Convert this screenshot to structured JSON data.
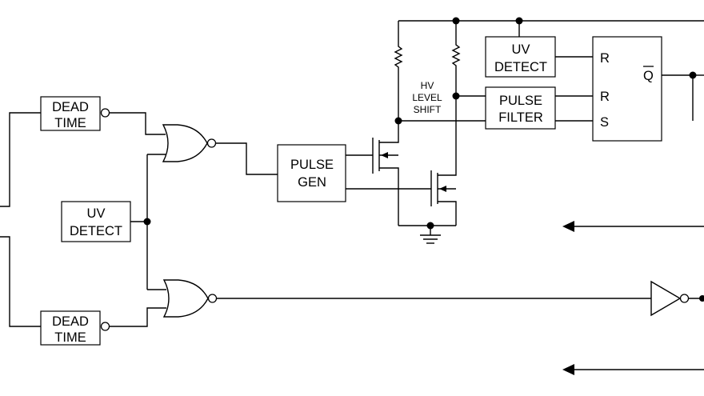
{
  "blocks": {
    "dead_time_top": [
      "DEAD",
      "TIME"
    ],
    "dead_time_bottom": [
      "DEAD",
      "TIME"
    ],
    "uv_detect_left": [
      "UV",
      "DETECT"
    ],
    "uv_detect_right": [
      "UV",
      "DETECT"
    ],
    "pulse_gen": [
      "PULSE",
      "GEN"
    ],
    "pulse_filter": [
      "PULSE",
      "FILTER"
    ],
    "hv_level_shift": [
      "HV",
      "LEVEL",
      "SHIFT"
    ]
  },
  "latch": {
    "r1": "R",
    "r2": "R",
    "s": "S",
    "q": "Q"
  }
}
